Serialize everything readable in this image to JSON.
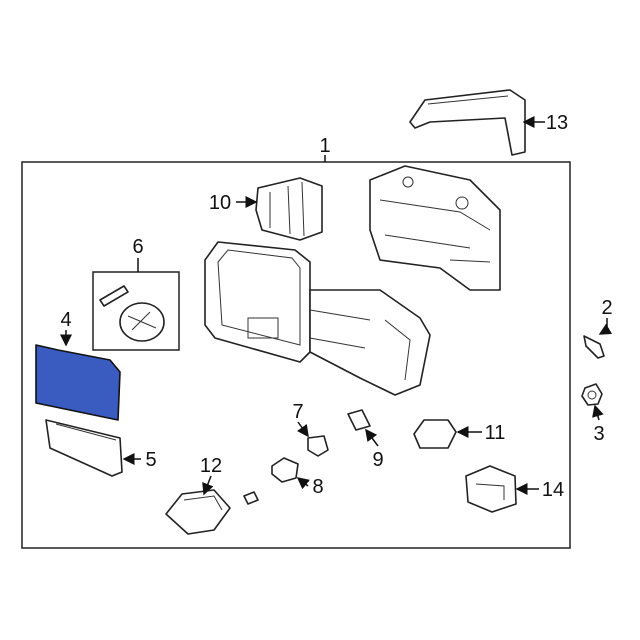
{
  "diagram": {
    "highlight_color": "#3a5cc0",
    "callouts": {
      "c1": "1",
      "c2": "2",
      "c3": "3",
      "c4": "4",
      "c5": "5",
      "c6": "6",
      "c7": "7",
      "c8": "8",
      "c9": "9",
      "c10": "10",
      "c11": "11",
      "c12": "12",
      "c13": "13",
      "c14": "14"
    }
  }
}
